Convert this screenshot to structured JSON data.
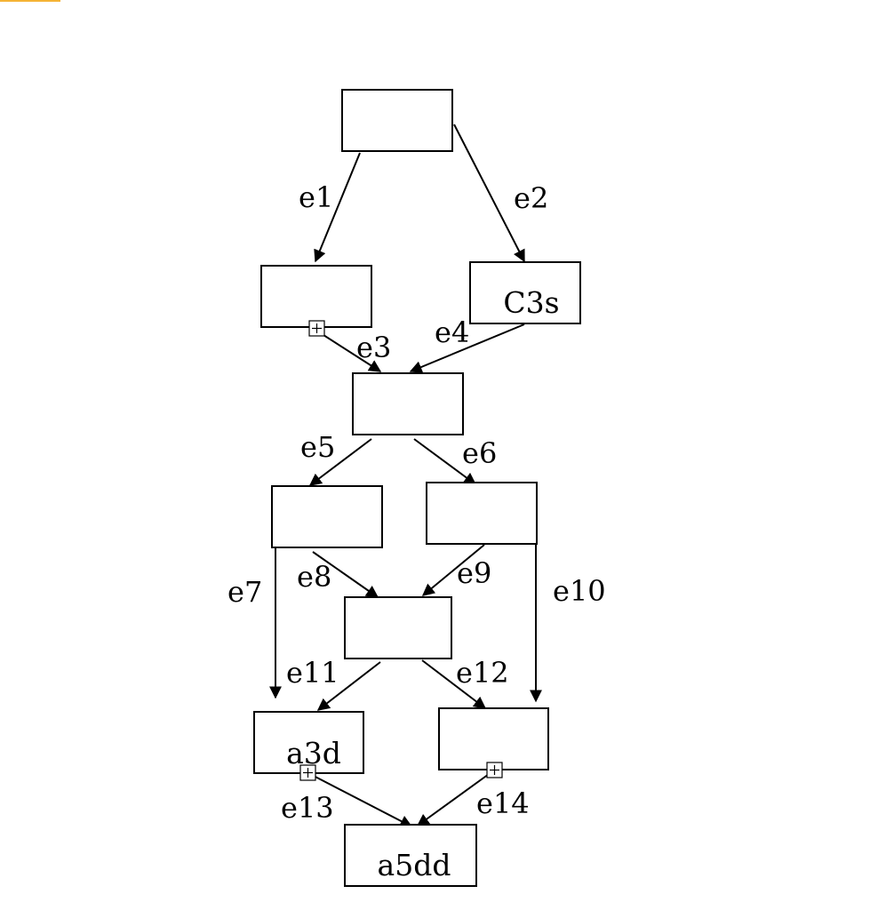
{
  "accent_color": "#f5b335",
  "nodes": {
    "n1": "",
    "n2": "",
    "n3": "C3s",
    "n4": "",
    "n5": "",
    "n6": "",
    "n7": "",
    "n8": "a3d",
    "n9": "",
    "n10": "a5dd"
  },
  "edges": {
    "e1": "e1",
    "e2": "e2",
    "e3": "e3",
    "e4": "e4",
    "e5": "e5",
    "e6": "e6",
    "e7": "e7",
    "e8": "e8",
    "e9": "e9",
    "e10": "e10",
    "e11": "e11",
    "e12": "e12",
    "e13": "e13",
    "e14": "e14"
  }
}
